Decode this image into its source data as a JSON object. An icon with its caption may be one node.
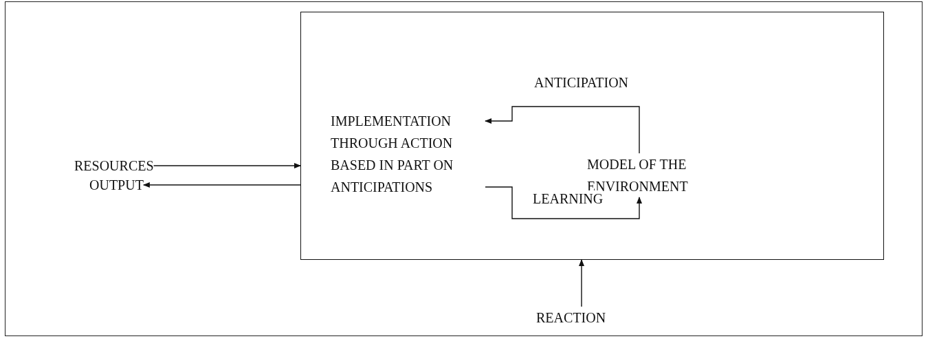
{
  "diagram": {
    "nodes": [
      {
        "text": [],
        "shape": "box"
      },
      {
        "text": [
          "RESOURCES"
        ]
      },
      {
        "text": [
          "OUTPUT"
        ]
      },
      {
        "text": [
          "IMPLEMENTATION THROUGH ACTION BASED IN PART ON ANTICIPATIONS"
        ],
        "in": 0
      },
      {
        "text": [
          "MODEL OF THE ENVIRONMENT"
        ],
        "in": 0
      },
      {
        "text": [
          "REACTION"
        ]
      }
    ],
    "edges": [
      {
        "from": 1,
        "to": 0,
        "arrow": "to"
      },
      {
        "from": 0,
        "to": 2,
        "arrow": "to"
      },
      {
        "from": 4,
        "to": 3,
        "arrow": "to",
        "label": "ANTICIPATION"
      },
      {
        "from": 3,
        "to": 4,
        "arrow": "to",
        "label": "LEARNING"
      },
      {
        "from": 5,
        "to": 0,
        "arrow": "to"
      }
    ]
  }
}
